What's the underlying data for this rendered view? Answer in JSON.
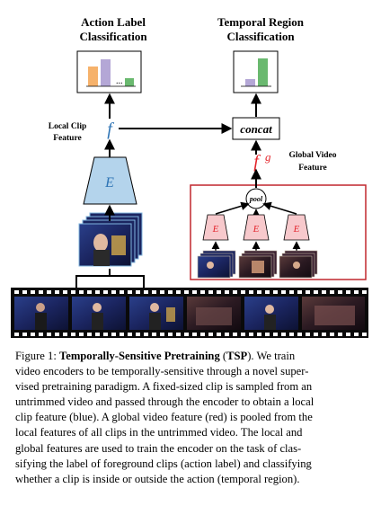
{
  "diagram": {
    "action_title_line1": "Action Label",
    "action_title_line2": "Classification",
    "temporal_title_line1": "Temporal Region",
    "temporal_title_line2": "Classification",
    "local_feature_line1": "Local Clip",
    "local_feature_line2": "Feature",
    "global_feature_line1": "Global Video",
    "global_feature_line2": "Feature",
    "f_symbol": "f",
    "g_superscript": "g",
    "encoder_label": "E",
    "concat_label": "concat",
    "pool_label": "pool",
    "dots": "...",
    "colors": {
      "blue": "#2e74b5",
      "red": "#e3242b",
      "pink_fill": "#f7c9cc",
      "encoder_fill": "#b4d4ec",
      "bar_orange": "#f6b26b",
      "bar_purple": "#b4a7d6",
      "bar_green": "#6ab96f"
    }
  },
  "caption": {
    "figure_label": "Figure 1:",
    "bold_title": "Temporally-Sensitive Pretraining",
    "bold_abbrev": "TSP",
    "line1_prefix": "(",
    "line1_suffix": "). We train",
    "line2": "video encoders to be temporally-sensitive through a novel super-",
    "line3": "vised pretraining paradigm. A fixed-sized clip is sampled from an",
    "line4": "untrimmed video and passed through the encoder to obtain a local",
    "line5": "clip feature (blue). A global video feature (red) is pooled from the",
    "line6": "local features of all clips in the untrimmed video. The local and",
    "line7": "global features are used to train the encoder on the task of clas-",
    "line8": "sifying the label of foreground clips (action label) and classifying",
    "line9": "whether a clip is inside or outside the action (temporal region)."
  }
}
